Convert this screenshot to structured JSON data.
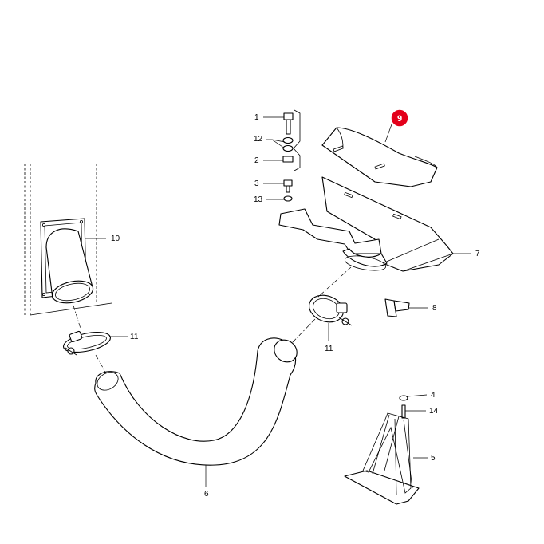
{
  "highlight_color": "#e3001b",
  "callouts": [
    {
      "id": "1",
      "label": "1"
    },
    {
      "id": "12",
      "label": "12"
    },
    {
      "id": "2",
      "label": "2"
    },
    {
      "id": "3",
      "label": "3"
    },
    {
      "id": "13",
      "label": "13"
    },
    {
      "id": "9",
      "label": "9",
      "highlighted": true
    },
    {
      "id": "10",
      "label": "10"
    },
    {
      "id": "7",
      "label": "7"
    },
    {
      "id": "11a",
      "label": "11"
    },
    {
      "id": "11b",
      "label": "11"
    },
    {
      "id": "8",
      "label": "8"
    },
    {
      "id": "4",
      "label": "4"
    },
    {
      "id": "14",
      "label": "14"
    },
    {
      "id": "5",
      "label": "5"
    },
    {
      "id": "6",
      "label": "6"
    }
  ]
}
